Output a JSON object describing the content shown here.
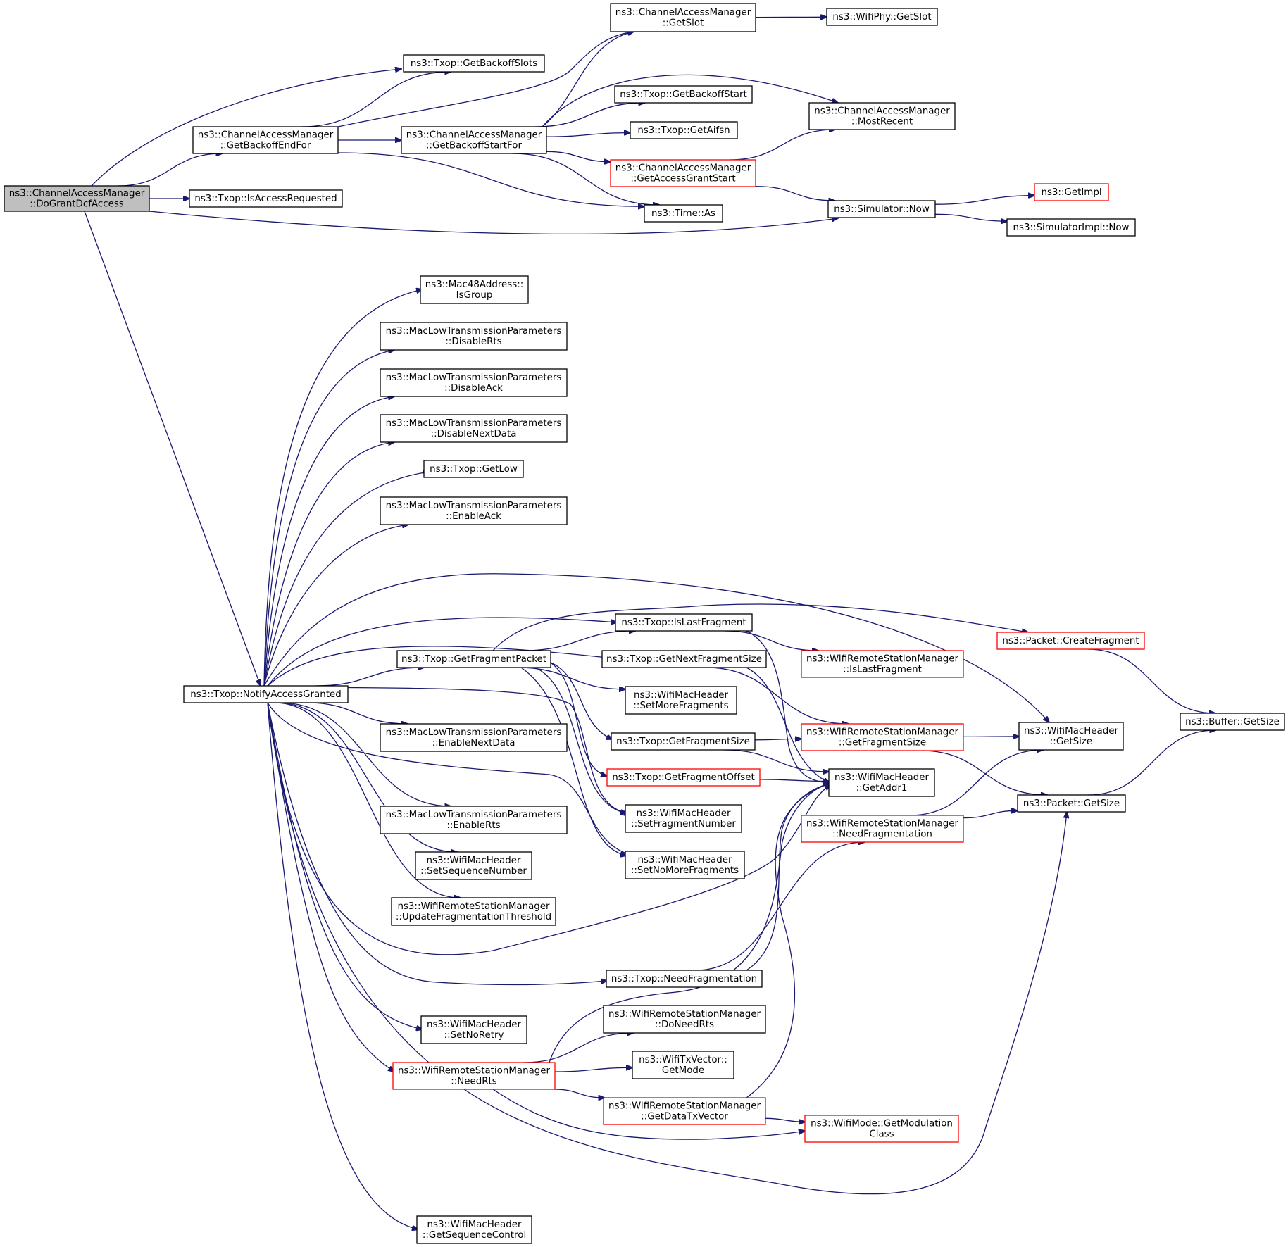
{
  "diagram": {
    "title": "",
    "colors": {
      "edge": "#191970",
      "node_border": "#000000",
      "node_border_truncated": "#ff0000",
      "root_fill": "#bfbfbf",
      "node_fill": "#ffffff"
    },
    "nodes": [
      {
        "id": "dogrant",
        "lines": [
          "ns3::ChannelAccessManager",
          "::DoGrantDcfAccess"
        ],
        "style": "root"
      },
      {
        "id": "getbackoffendfor",
        "lines": [
          "ns3::ChannelAccessManager",
          "::GetBackoffEndFor"
        ],
        "style": "normal"
      },
      {
        "id": "isaccessrequested",
        "lines": [
          "ns3::Txop::IsAccessRequested"
        ],
        "style": "normal"
      },
      {
        "id": "notifyaccessgranted",
        "lines": [
          "ns3::Txop::NotifyAccessGranted"
        ],
        "style": "normal"
      },
      {
        "id": "getbackoffslots",
        "lines": [
          "ns3::Txop::GetBackoffSlots"
        ],
        "style": "normal"
      },
      {
        "id": "getbackoffstartfor",
        "lines": [
          "ns3::ChannelAccessManager",
          "::GetBackoffStartFor"
        ],
        "style": "normal"
      },
      {
        "id": "cam_getslot",
        "lines": [
          "ns3::ChannelAccessManager",
          "::GetSlot"
        ],
        "style": "normal"
      },
      {
        "id": "wifiphy_getslot",
        "lines": [
          "ns3::WifiPhy::GetSlot"
        ],
        "style": "normal"
      },
      {
        "id": "getbackoffstart",
        "lines": [
          "ns3::Txop::GetBackoffStart"
        ],
        "style": "normal"
      },
      {
        "id": "mostrecent",
        "lines": [
          "ns3::ChannelAccessManager",
          "::MostRecent"
        ],
        "style": "normal"
      },
      {
        "id": "getaifsn",
        "lines": [
          "ns3::Txop::GetAifsn"
        ],
        "style": "normal"
      },
      {
        "id": "getaccessgrantstart",
        "lines": [
          "ns3::ChannelAccessManager",
          "::GetAccessGrantStart"
        ],
        "style": "truncated"
      },
      {
        "id": "time_as",
        "lines": [
          "ns3::Time::As"
        ],
        "style": "normal"
      },
      {
        "id": "simulator_now",
        "lines": [
          "ns3::Simulator::Now"
        ],
        "style": "normal"
      },
      {
        "id": "getimpl",
        "lines": [
          "ns3::GetImpl"
        ],
        "style": "truncated"
      },
      {
        "id": "simulatorimpl_now",
        "lines": [
          "ns3::SimulatorImpl::Now"
        ],
        "style": "normal"
      },
      {
        "id": "isgroup",
        "lines": [
          "ns3::Mac48Address::",
          "IsGroup"
        ],
        "style": "normal"
      },
      {
        "id": "disablerts",
        "lines": [
          "ns3::MacLowTransmissionParameters",
          "::DisableRts"
        ],
        "style": "normal"
      },
      {
        "id": "disableack",
        "lines": [
          "ns3::MacLowTransmissionParameters",
          "::DisableAck"
        ],
        "style": "normal"
      },
      {
        "id": "disablenextdata",
        "lines": [
          "ns3::MacLowTransmissionParameters",
          "::DisableNextData"
        ],
        "style": "normal"
      },
      {
        "id": "getlow",
        "lines": [
          "ns3::Txop::GetLow"
        ],
        "style": "normal"
      },
      {
        "id": "enableack",
        "lines": [
          "ns3::MacLowTransmissionParameters",
          "::EnableAck"
        ],
        "style": "normal"
      },
      {
        "id": "islastfragment",
        "lines": [
          "ns3::Txop::IsLastFragment"
        ],
        "style": "normal"
      },
      {
        "id": "createfragment",
        "lines": [
          "ns3::Packet::CreateFragment"
        ],
        "style": "truncated"
      },
      {
        "id": "getfragmentpacket",
        "lines": [
          "ns3::Txop::GetFragmentPacket"
        ],
        "style": "normal"
      },
      {
        "id": "getnextfragmentsize",
        "lines": [
          "ns3::Txop::GetNextFragmentSize"
        ],
        "style": "normal"
      },
      {
        "id": "wrsm_islastfragment",
        "lines": [
          "ns3::WifiRemoteStationManager",
          "::IsLastFragment"
        ],
        "style": "truncated"
      },
      {
        "id": "setmorefragments",
        "lines": [
          "ns3::WifiMacHeader",
          "::SetMoreFragments"
        ],
        "style": "normal"
      },
      {
        "id": "enablenextdata",
        "lines": [
          "ns3::MacLowTransmissionParameters",
          "::EnableNextData"
        ],
        "style": "normal"
      },
      {
        "id": "getfragmentsize",
        "lines": [
          "ns3::Txop::GetFragmentSize"
        ],
        "style": "normal"
      },
      {
        "id": "wrsm_getfragmentsize",
        "lines": [
          "ns3::WifiRemoteStationManager",
          "::GetFragmentSize"
        ],
        "style": "truncated"
      },
      {
        "id": "wmh_getsize",
        "lines": [
          "ns3::WifiMacHeader",
          "::GetSize"
        ],
        "style": "normal"
      },
      {
        "id": "buffer_getsize",
        "lines": [
          "ns3::Buffer::GetSize"
        ],
        "style": "normal"
      },
      {
        "id": "getfragmentoffset",
        "lines": [
          "ns3::Txop::GetFragmentOffset"
        ],
        "style": "truncated"
      },
      {
        "id": "getaddr1",
        "lines": [
          "ns3::WifiMacHeader",
          "::GetAddr1"
        ],
        "style": "normal"
      },
      {
        "id": "packet_getsize",
        "lines": [
          "ns3::Packet::GetSize"
        ],
        "style": "normal"
      },
      {
        "id": "enablerts",
        "lines": [
          "ns3::MacLowTransmissionParameters",
          "::EnableRts"
        ],
        "style": "normal"
      },
      {
        "id": "setfragmentnumber",
        "lines": [
          "ns3::WifiMacHeader",
          "::SetFragmentNumber"
        ],
        "style": "normal"
      },
      {
        "id": "wrsm_needfragmentation",
        "lines": [
          "ns3::WifiRemoteStationManager",
          "::NeedFragmentation"
        ],
        "style": "truncated"
      },
      {
        "id": "setsequencenumber",
        "lines": [
          "ns3::WifiMacHeader",
          "::SetSequenceNumber"
        ],
        "style": "normal"
      },
      {
        "id": "setnomorefragments",
        "lines": [
          "ns3::WifiMacHeader",
          "::SetNoMoreFragments"
        ],
        "style": "normal"
      },
      {
        "id": "updatefragthreshold",
        "lines": [
          "ns3::WifiRemoteStationManager",
          "::UpdateFragmentationThreshold"
        ],
        "style": "normal"
      },
      {
        "id": "txop_needfragmentation",
        "lines": [
          "ns3::Txop::NeedFragmentation"
        ],
        "style": "normal"
      },
      {
        "id": "doneedrts",
        "lines": [
          "ns3::WifiRemoteStationManager",
          "::DoNeedRts"
        ],
        "style": "normal"
      },
      {
        "id": "setnoretry",
        "lines": [
          "ns3::WifiMacHeader",
          "::SetNoRetry"
        ],
        "style": "normal"
      },
      {
        "id": "needrts",
        "lines": [
          "ns3::WifiRemoteStationManager",
          "::NeedRts"
        ],
        "style": "truncated"
      },
      {
        "id": "getmode",
        "lines": [
          "ns3::WifiTxVector::",
          "GetMode"
        ],
        "style": "normal"
      },
      {
        "id": "getdatatxvector",
        "lines": [
          "ns3::WifiRemoteStationManager",
          "::GetDataTxVector"
        ],
        "style": "truncated"
      },
      {
        "id": "getmodulationclass",
        "lines": [
          "ns3::WifiMode::GetModulation",
          "Class"
        ],
        "style": "truncated"
      },
      {
        "id": "getsequencecontrol",
        "lines": [
          "ns3::WifiMacHeader",
          "::GetSequenceControl"
        ],
        "style": "normal"
      }
    ],
    "edges": [
      [
        "dogrant",
        "getbackoffslots"
      ],
      [
        "dogrant",
        "getbackoffendfor"
      ],
      [
        "dogrant",
        "isaccessrequested"
      ],
      [
        "dogrant",
        "simulator_now"
      ],
      [
        "dogrant",
        "notifyaccessgranted"
      ],
      [
        "getbackoffendfor",
        "getbackoffslots"
      ],
      [
        "getbackoffendfor",
        "cam_getslot"
      ],
      [
        "getbackoffendfor",
        "getbackoffstartfor"
      ],
      [
        "getbackoffendfor",
        "time_as"
      ],
      [
        "getbackoffstartfor",
        "cam_getslot"
      ],
      [
        "getbackoffstartfor",
        "mostrecent"
      ],
      [
        "getbackoffstartfor",
        "getbackoffstart"
      ],
      [
        "getbackoffstartfor",
        "getaifsn"
      ],
      [
        "getbackoffstartfor",
        "getaccessgrantstart"
      ],
      [
        "getbackoffstartfor",
        "time_as"
      ],
      [
        "cam_getslot",
        "wifiphy_getslot"
      ],
      [
        "getaccessgrantstart",
        "mostrecent"
      ],
      [
        "getaccessgrantstart",
        "simulator_now"
      ],
      [
        "simulator_now",
        "getimpl"
      ],
      [
        "simulator_now",
        "simulatorimpl_now"
      ],
      [
        "notifyaccessgranted",
        "isgroup"
      ],
      [
        "notifyaccessgranted",
        "disablerts"
      ],
      [
        "notifyaccessgranted",
        "disableack"
      ],
      [
        "notifyaccessgranted",
        "disablenextdata"
      ],
      [
        "notifyaccessgranted",
        "getlow"
      ],
      [
        "notifyaccessgranted",
        "enableack"
      ],
      [
        "notifyaccessgranted",
        "wmh_getsize"
      ],
      [
        "notifyaccessgranted",
        "islastfragment"
      ],
      [
        "notifyaccessgranted",
        "getnextfragmentsize"
      ],
      [
        "notifyaccessgranted",
        "getfragmentpacket"
      ],
      [
        "notifyaccessgranted",
        "setnomorefragments"
      ],
      [
        "notifyaccessgranted",
        "enablenextdata"
      ],
      [
        "notifyaccessgranted",
        "setfragmentnumber"
      ],
      [
        "notifyaccessgranted",
        "enablerts"
      ],
      [
        "notifyaccessgranted",
        "setsequencenumber"
      ],
      [
        "notifyaccessgranted",
        "updatefragthreshold"
      ],
      [
        "notifyaccessgranted",
        "getaddr1"
      ],
      [
        "notifyaccessgranted",
        "txop_needfragmentation"
      ],
      [
        "notifyaccessgranted",
        "setnoretry"
      ],
      [
        "notifyaccessgranted",
        "needrts"
      ],
      [
        "notifyaccessgranted",
        "packet_getsize"
      ],
      [
        "notifyaccessgranted",
        "getsequencecontrol"
      ],
      [
        "getfragmentpacket",
        "createfragment"
      ],
      [
        "getfragmentpacket",
        "islastfragment"
      ],
      [
        "getfragmentpacket",
        "setmorefragments"
      ],
      [
        "getfragmentpacket",
        "getfragmentsize"
      ],
      [
        "getfragmentpacket",
        "getfragmentoffset"
      ],
      [
        "getfragmentpacket",
        "setfragmentnumber"
      ],
      [
        "getfragmentpacket",
        "setnomorefragments"
      ],
      [
        "islastfragment",
        "wrsm_islastfragment"
      ],
      [
        "islastfragment",
        "getaddr1"
      ],
      [
        "getnextfragmentsize",
        "wrsm_getfragmentsize"
      ],
      [
        "getnextfragmentsize",
        "getaddr1"
      ],
      [
        "getfragmentsize",
        "wrsm_getfragmentsize"
      ],
      [
        "getfragmentsize",
        "getaddr1"
      ],
      [
        "getfragmentoffset",
        "getaddr1"
      ],
      [
        "wrsm_getfragmentsize",
        "wmh_getsize"
      ],
      [
        "wrsm_getfragmentsize",
        "packet_getsize"
      ],
      [
        "wrsm_needfragmentation",
        "wmh_getsize"
      ],
      [
        "wrsm_needfragmentation",
        "packet_getsize"
      ],
      [
        "createfragment",
        "buffer_getsize"
      ],
      [
        "packet_getsize",
        "buffer_getsize"
      ],
      [
        "txop_needfragmentation",
        "wrsm_needfragmentation"
      ],
      [
        "txop_needfragmentation",
        "getaddr1"
      ],
      [
        "needrts",
        "getaddr1"
      ],
      [
        "needrts",
        "doneedrts"
      ],
      [
        "needrts",
        "getmode"
      ],
      [
        "needrts",
        "getdatatxvector"
      ],
      [
        "needrts",
        "getmodulationclass"
      ],
      [
        "getdatatxvector",
        "getaddr1"
      ],
      [
        "getdatatxvector",
        "getmodulationclass"
      ]
    ]
  }
}
